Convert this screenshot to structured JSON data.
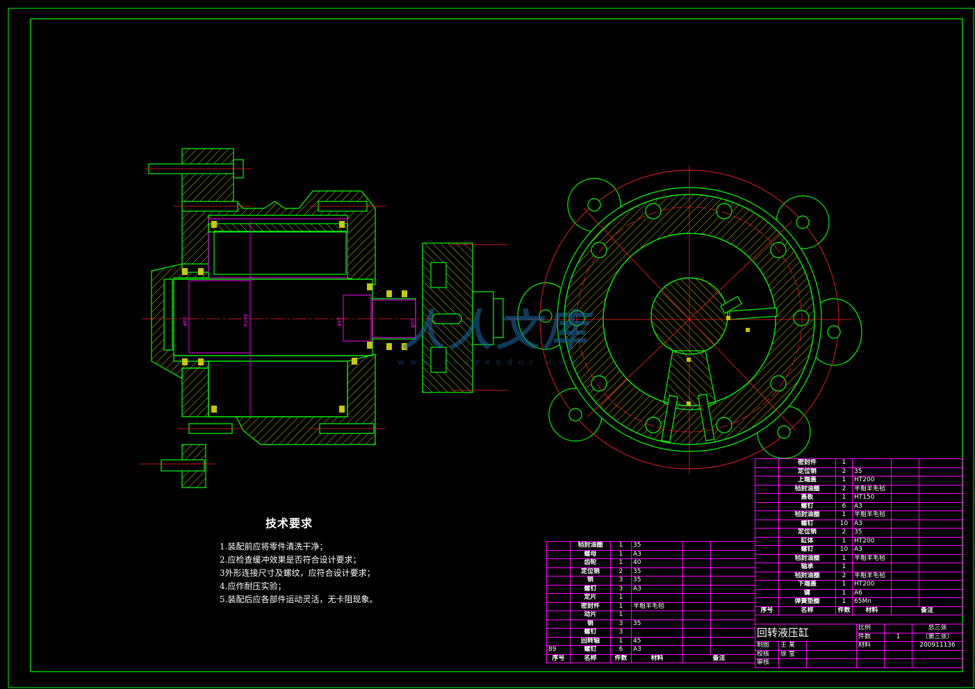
{
  "notes": {
    "title": "技术要求",
    "items": [
      "1.装配前应将零件清洗干净；",
      "2.应检查缓冲效果是否符合设计要求；",
      "3外形连接尺寸及螺纹，应符合设计要求；",
      "4.应作耐压实验；",
      "5.装配后应各部件运动灵活，无卡阻现象。"
    ]
  },
  "watermark": {
    "text": "人人文库",
    "url": "www.renrendoc.com"
  },
  "dims": [
    "φ80",
    "R170",
    "φ45",
    "φ50"
  ],
  "bom_right": {
    "rows": [
      [
        "密封件",
        "1",
        "",
        ""
      ],
      [
        "定位销",
        "2",
        "35",
        ""
      ],
      [
        "上端盖",
        "1",
        "HT200",
        ""
      ],
      [
        "毡封油圈",
        "2",
        "半粗羊毛毡",
        ""
      ],
      [
        "盖板",
        "1",
        "HT150",
        ""
      ],
      [
        "螺钉",
        "6",
        "A3",
        ""
      ],
      [
        "毡封油圈",
        "1",
        "半粗羊毛毡",
        ""
      ],
      [
        "螺钉",
        "10",
        "A3",
        ""
      ],
      [
        "定位销",
        "2",
        "35",
        ""
      ],
      [
        "缸体",
        "1",
        "HT200",
        ""
      ],
      [
        "螺钉",
        "10",
        "A3",
        ""
      ],
      [
        "毡封油圈",
        "1",
        "半粗羊毛毡",
        ""
      ],
      [
        "轴承",
        "1",
        "",
        ""
      ],
      [
        "毡封油圈",
        "2",
        "半粗羊毛毡",
        ""
      ],
      [
        "下端盖",
        "1",
        "HT200",
        ""
      ],
      [
        "键",
        "1",
        "A6",
        ""
      ],
      [
        "弹簧垫圈",
        "1",
        "65Mn",
        ""
      ]
    ],
    "header": [
      "序号",
      "名称",
      "件数",
      "材料",
      "备注"
    ]
  },
  "bom_left": {
    "rows": [
      [
        "毡封油圈",
        "1",
        "35",
        ""
      ],
      [
        "螺母",
        "1",
        "A3",
        ""
      ],
      [
        "齿轮",
        "1",
        "40",
        ""
      ],
      [
        "定位销",
        "2",
        "35",
        ""
      ],
      [
        "销",
        "3",
        "35",
        ""
      ],
      [
        "螺钉",
        "3",
        "A3",
        ""
      ],
      [
        "定片",
        "1",
        "",
        ""
      ],
      [
        "密封件",
        "1",
        "半粗羊毛毡",
        ""
      ],
      [
        "动片",
        "1",
        "",
        ""
      ],
      [
        "销",
        "3",
        "35",
        ""
      ],
      [
        "螺钉",
        "3",
        "",
        ""
      ],
      [
        "回转轴",
        "1",
        "45",
        ""
      ],
      [
        "螺钉",
        "6",
        "A3",
        ""
      ]
    ],
    "footer_num": "89",
    "header": [
      "序号",
      "名称",
      "件数",
      "材料",
      "备注"
    ]
  },
  "title_block": {
    "title": "回转液压缸",
    "scale_label": "比例",
    "qty_label": "件数",
    "qty_value": "1",
    "material_label": "材料",
    "sheet_total": "总三张",
    "sheet_no": "（第三张）",
    "drawing_no": "200911136",
    "drawn_label": "制图",
    "drawn_by": "王 某",
    "checked_label": "校核",
    "checked_by": "徐 莹",
    "approved_label": "审核"
  }
}
